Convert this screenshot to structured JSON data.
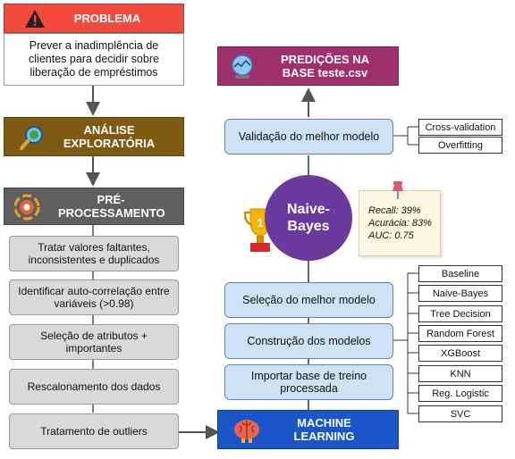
{
  "left": {
    "problem_title": "PROBLEMA",
    "problem_text": "Prever a inadimplência de clientes para decidir sobre liberação de empréstimos",
    "eda_title": "ANÁLISE EXPLORATÓRIA",
    "prep_title": "PRÉ-PROCESSAMENTO",
    "steps": [
      "Tratar valores faltantes, inconsistentes e duplicados",
      "Identificar auto-correlação entre variáveis (>0.98)",
      "Seleção de atributos + importantes",
      "Rescalonamento dos dados",
      "Tratamento de outliers"
    ]
  },
  "right": {
    "ml_title": "MACHINE LEARNING",
    "predict_title": "PREDIÇÕES NA BASE teste.csv",
    "validation": "Validação do melhor modelo",
    "validation_methods": [
      "Cross-validation",
      "Overfitting"
    ],
    "best_model": "Naive-Bayes",
    "metrics": [
      "Recall: 39%",
      "Acurácia: 83%",
      "AUC: 0.75"
    ],
    "select_model": "Seleção do melhor modelo",
    "build_models": "Construção dos modelos",
    "import_base": "Importar base de treino processada",
    "models": [
      "Baseline",
      "Naive-Bayes",
      "Tree Decision",
      "Random Forest",
      "XGBoost",
      "KNN",
      "Reg. Logistic",
      "SVC"
    ]
  },
  "colors": {
    "problem": "#f04b3c",
    "eda": "#7f5a13",
    "prep": "#5f5f5f",
    "ml": "#1a56c7",
    "predict": "#a0306b",
    "best_model": "#6a3a9c",
    "flow_line": "#1f3864"
  },
  "icons": [
    "warning-icon",
    "magnifier-icon",
    "gear-icon",
    "trophy-icon",
    "brain-icon",
    "crystal-ball-icon",
    "pushpin-icon"
  ]
}
